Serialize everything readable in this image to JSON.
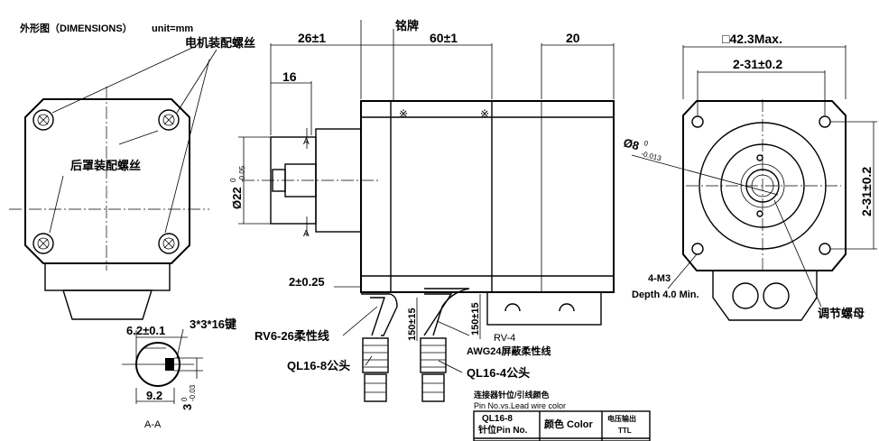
{
  "header": {
    "title": "外形图（DIMENSIONS）",
    "unit": "unit=mm"
  },
  "labels": {
    "motor_mount_screws": "电机装配螺丝",
    "rear_cover_screws": "后罩装配螺丝",
    "nameplate": "铭牌",
    "adjust_nut": "调节螺母",
    "motor_cable": "RV6-26柔性线",
    "motor_connector": "QL16-8公头",
    "encoder_cable_1": "RV-4",
    "encoder_cable_2": "AWG24屏蔽柔性线",
    "encoder_connector": "QL16-4公头",
    "section": "A-A",
    "sect_mark_top": "A",
    "sect_mark_bottom": "A",
    "mark_left": "※",
    "mark_right": "※"
  },
  "dimensions": {
    "d26": "26±1",
    "d60": "60±1",
    "d20": "20",
    "d16": "16",
    "shaft_dia": "Ø22",
    "shaft_dia_tol_upper": "0",
    "shaft_dia_tol_lower": "-0.05",
    "d2_025": "2±0.25",
    "cable_150_a": "150±15",
    "cable_150_b": "150±15",
    "square": "□42.3Max.",
    "pitch_h": "2-31±0.2",
    "pitch_v": "2-31±0.2",
    "bore": "Ø8",
    "bore_tol_upper": "0",
    "bore_tol_lower": "-0.013",
    "holes": "4-M3",
    "depth": "Depth 4.0 Min.",
    "d62": "6.2±0.1",
    "key": "3*3*16键",
    "d92": "9.2",
    "d3": "3",
    "d3_tol_upper": "0",
    "d3_tol_lower": "-0.03"
  },
  "pin_table": {
    "title": "连接器针位/引线颜色",
    "subtitle": "Pin No.vs.Lead wire color",
    "headers": [
      "QL16-8",
      "针位Pin No.",
      "颜色 Color",
      "电压输出",
      "TTL"
    ]
  }
}
